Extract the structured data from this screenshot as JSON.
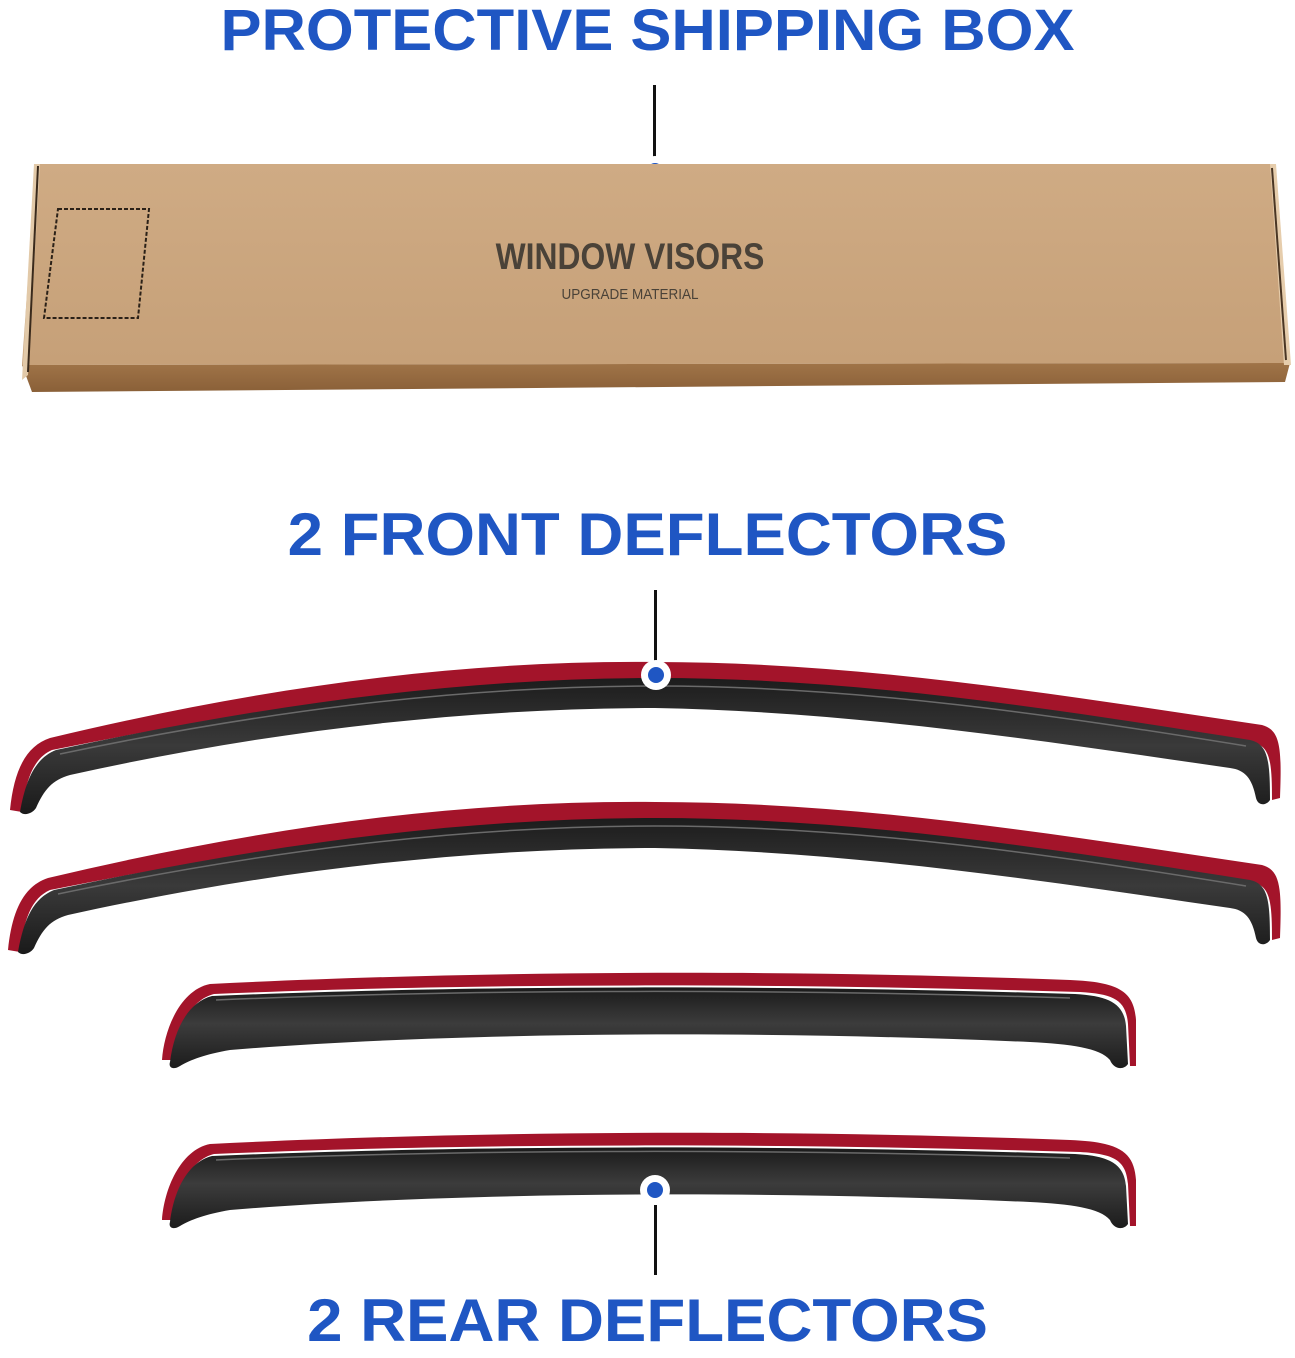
{
  "sections": {
    "box": {
      "heading": "PROTECTIVE SHIPPING BOX",
      "box_print_title": "WINDOW VISORS",
      "box_print_subtitle": "UPGRADE MATERIAL"
    },
    "front": {
      "heading": "2 FRONT DEFLECTORS",
      "count": 2
    },
    "rear": {
      "heading": "2 REAR DEFLECTORS",
      "count": 2
    }
  },
  "colors": {
    "heading_blue": "#1f56c3",
    "callout_dot_blue": "#1f56c3",
    "box_kraft": "#c9a47d",
    "box_ink": "#4a4238",
    "deflector_smoke": "#2a2a2a",
    "adhesive_tape_red": "#a3142a"
  }
}
